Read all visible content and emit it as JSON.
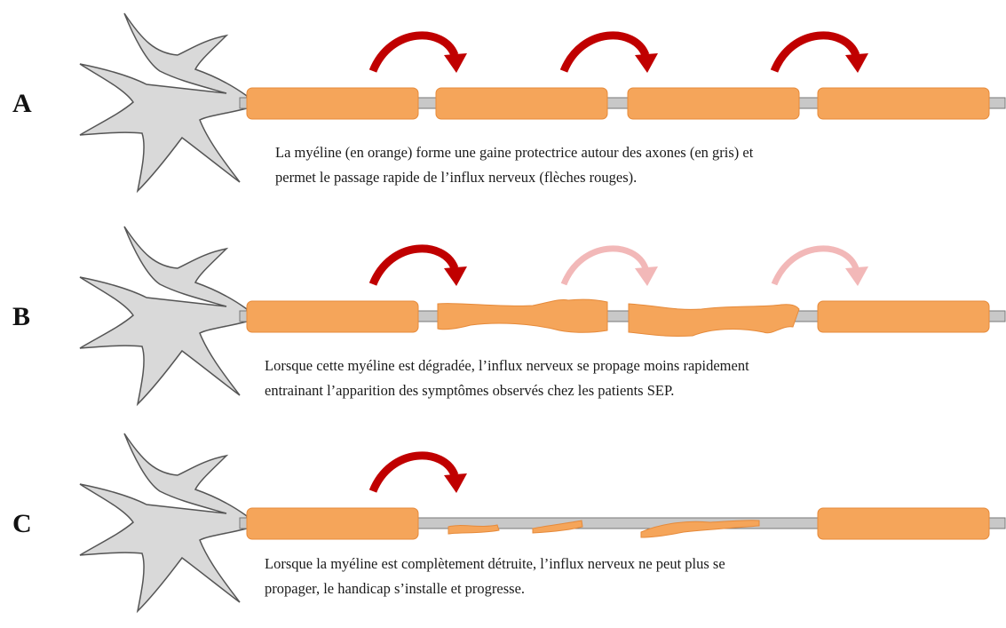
{
  "panels": [
    {
      "letter": "A",
      "caption": [
        "La myéline  (en orange) forme une gaine protectrice autour des axones (en gris) et",
        "permet le passage rapide de l’influx  nerveux  (flèches rouges)."
      ]
    },
    {
      "letter": "B",
      "caption": [
        "Lorsque cette myéline  est dégradée, l’influx  nerveux se propage moins rapidement",
        "entrainant  l’apparition  des symptômes observés chez les patients  SEP."
      ]
    },
    {
      "letter": "C",
      "caption": [
        "Lorsque la myéline  est complètement détruite, l’influx  nerveux ne peut plus se",
        "propager, le handicap s’installe  et progresse."
      ]
    }
  ],
  "colors": {
    "myelin": "#f5a55a",
    "myelin_edge": "#e68a3a",
    "axon": "#c8c8c8",
    "neuron_body": "#d9d9d9",
    "arrow_strong": "#c00000",
    "arrow_faded": "#f2b8b8"
  }
}
